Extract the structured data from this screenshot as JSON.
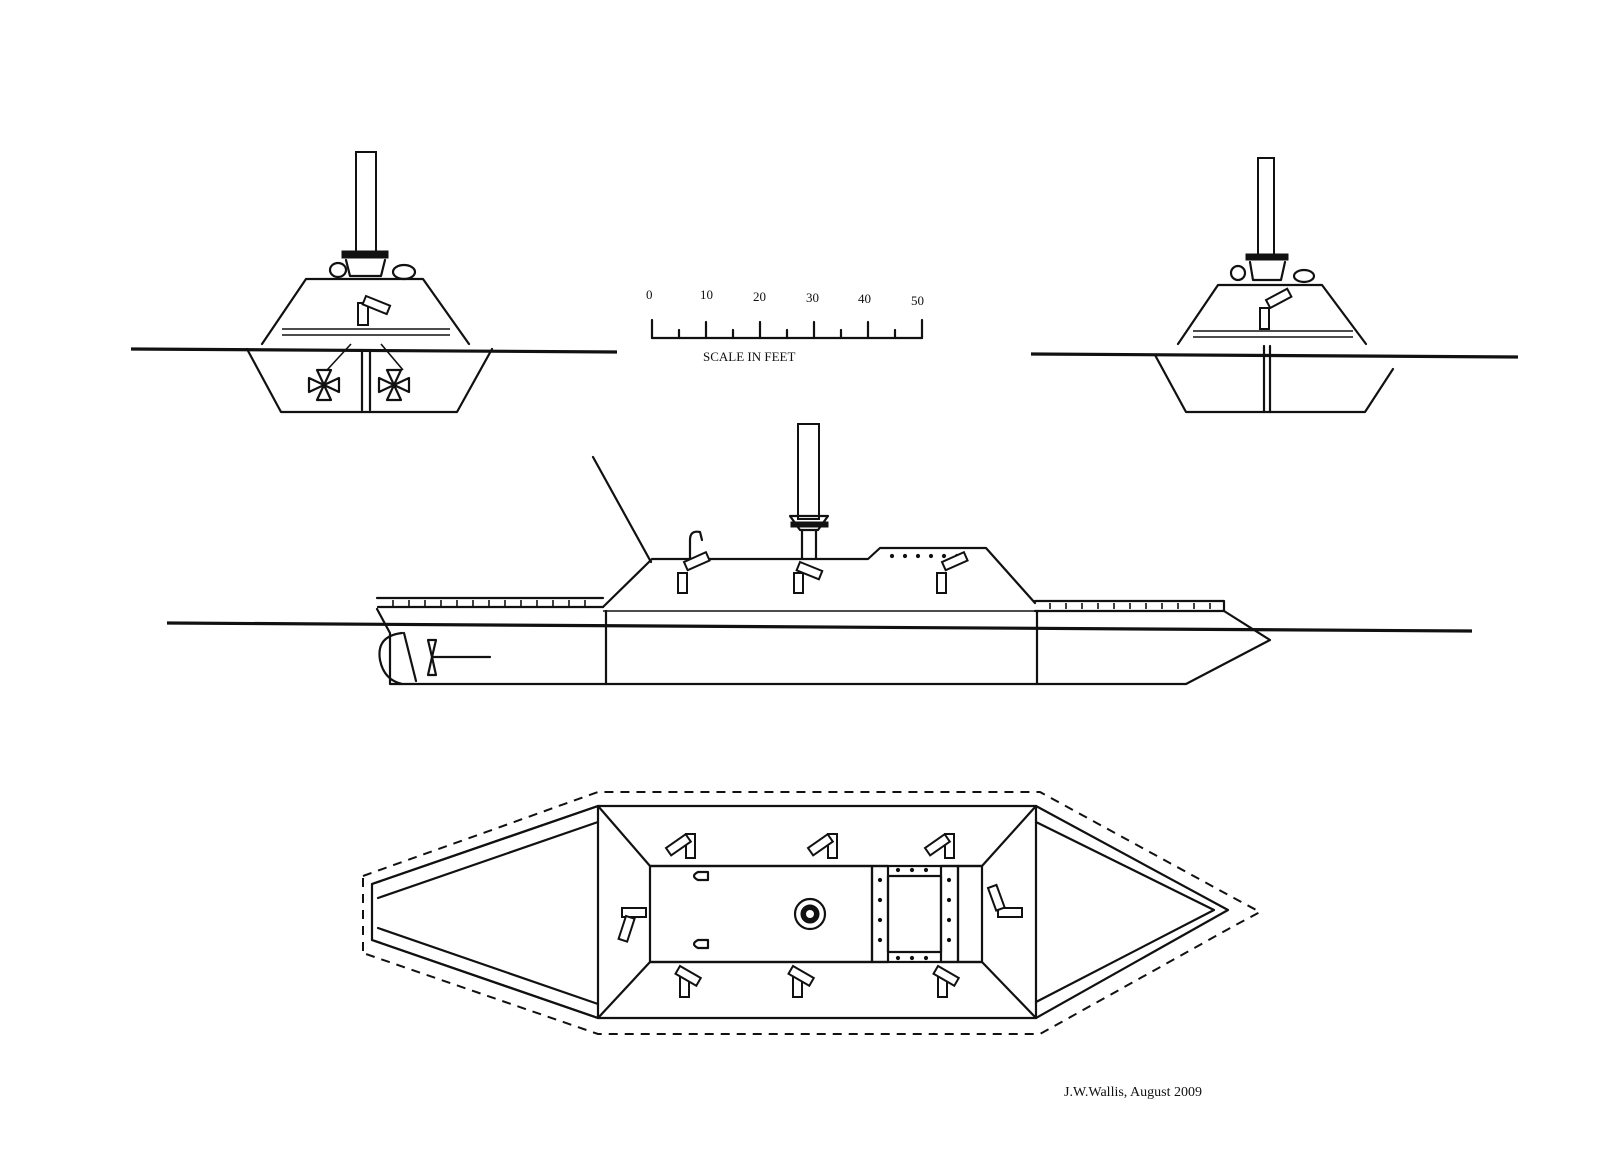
{
  "scale_bar": {
    "ticks": [
      "0",
      "10",
      "20",
      "30",
      "40",
      "50"
    ],
    "label": "SCALE IN FEET"
  },
  "signature": "J.W.Wallis, August 2009"
}
